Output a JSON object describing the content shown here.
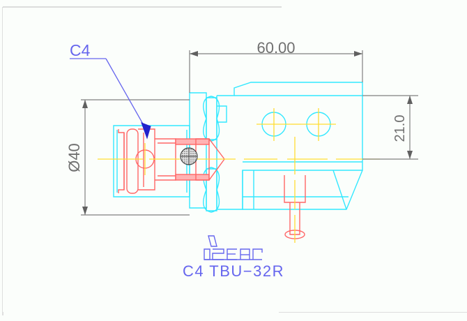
{
  "drawing": {
    "title": "ISCAR tool holder 2D CAD drawing",
    "background_color": "#fbfefb",
    "frame_color": "#cccccc"
  },
  "colors": {
    "body_cyan": "#33e8ff",
    "part_red": "#ff6666",
    "centerline_yellow": "#ffff66",
    "dimension_gray": "#808080",
    "annotation_blue": "#6666ee",
    "hatch_dark": "#555555"
  },
  "annotations": {
    "chamfer_label": "C4"
  },
  "dimensions": {
    "length": {
      "value": "60.00",
      "orientation": "horizontal"
    },
    "diameter": {
      "value": "Ø40",
      "orientation": "vertical-rotated"
    },
    "height": {
      "value": "21.0",
      "orientation": "vertical-rotated"
    }
  },
  "titleblock": {
    "brand_logo": "iscar-logo",
    "brand_name": "iscar",
    "part_number": "C4  TBU−32R"
  }
}
